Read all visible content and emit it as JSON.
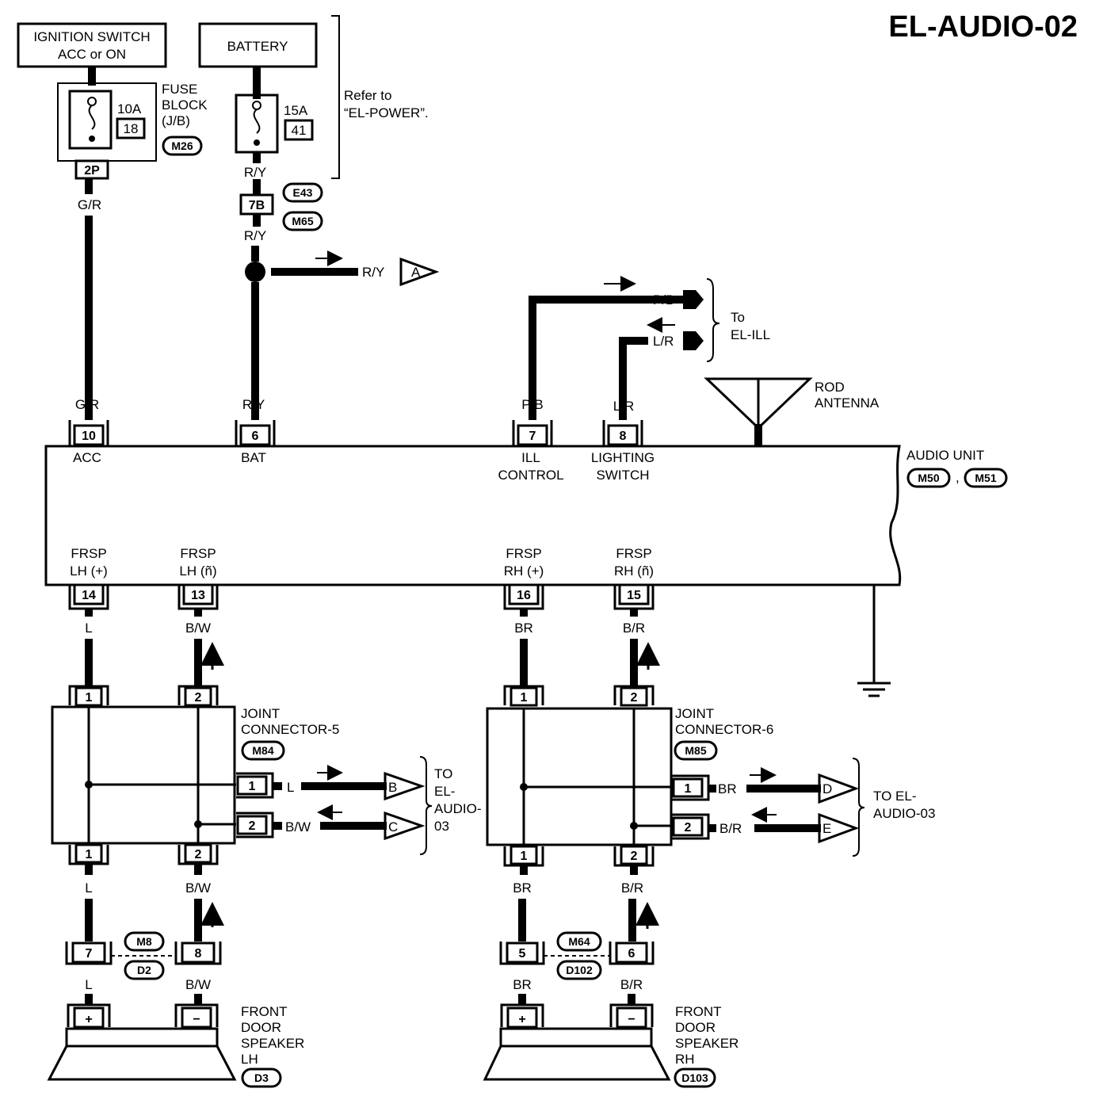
{
  "title": "EL-AUDIO-02",
  "ignition": {
    "line1": "IGNITION SWITCH",
    "line2": "ACC or ON"
  },
  "battery": {
    "label": "BATTERY"
  },
  "fuse_block": {
    "line1": "FUSE",
    "line2": "BLOCK",
    "line3": "(J/B)",
    "connector": "M26"
  },
  "fuse_acc": {
    "amps": "10A",
    "number": "18",
    "pin": "2P"
  },
  "fuse_bat": {
    "amps": "15A",
    "number": "41"
  },
  "refer": {
    "line1": "Refer to",
    "line2": "“EL-POWER”."
  },
  "wires": {
    "g_r": "G/R",
    "r_y": "R/Y",
    "p_b": "P/B",
    "l_r": "L/R",
    "l": "L",
    "b_w": "B/W",
    "br": "BR",
    "b_r": "B/R"
  },
  "connector_7b": {
    "pin": "7B",
    "conn1": "E43",
    "conn2": "M65"
  },
  "arrow_a": "A",
  "to_el_ill": {
    "line1": "To",
    "line2": "EL-ILL"
  },
  "antenna": {
    "line1": "ROD",
    "line2": "ANTENNA"
  },
  "audio_unit": {
    "line1": "AUDIO UNIT",
    "conn1": "M50",
    "sep": ",",
    "conn2": "M51"
  },
  "top_pins": [
    {
      "num": "10",
      "line1": "ACC",
      "line2": ""
    },
    {
      "num": "6",
      "line1": "BAT",
      "line2": ""
    },
    {
      "num": "7",
      "line1": "ILL",
      "line2": "CONTROL"
    },
    {
      "num": "8",
      "line1": "LIGHTING",
      "line2": "SWITCH"
    }
  ],
  "bottom_pins": [
    {
      "num": "14",
      "line1": "FRSP",
      "line2": "LH (+)"
    },
    {
      "num": "13",
      "line1": "FRSP",
      "line2": "LH (ñ)"
    },
    {
      "num": "16",
      "line1": "FRSP",
      "line2": "RH (+)"
    },
    {
      "num": "15",
      "line1": "FRSP",
      "line2": "RH (ñ)"
    }
  ],
  "joint5": {
    "line1": "JOINT",
    "line2": "CONNECTOR-5",
    "conn": "M84",
    "p1": "1",
    "p2": "2"
  },
  "joint6": {
    "line1": "JOINT",
    "line2": "CONNECTOR-6",
    "conn": "M85",
    "p1": "1",
    "p2": "2"
  },
  "to_audio03_left": {
    "line1": "TO",
    "line2": "EL-",
    "line3": "AUDIO-",
    "line4": "03"
  },
  "to_audio03_right": {
    "line1": "TO EL-",
    "line2": "AUDIO-03"
  },
  "arrows": {
    "b": "B",
    "c": "C",
    "d": "D",
    "e": "E"
  },
  "inline_left": {
    "pin_a": "7",
    "pin_b": "8",
    "conn1": "M8",
    "conn2": "D2"
  },
  "inline_right": {
    "pin_a": "5",
    "pin_b": "6",
    "conn1": "M64",
    "conn2": "D102"
  },
  "speaker_lh": {
    "line1": "FRONT",
    "line2": "DOOR",
    "line3": "SPEAKER",
    "line4": "LH",
    "conn": "D3",
    "plus": "+",
    "minus": "−"
  },
  "speaker_rh": {
    "line1": "FRONT",
    "line2": "DOOR",
    "line3": "SPEAKER",
    "line4": "RH",
    "conn": "D103",
    "plus": "+",
    "minus": "−"
  }
}
